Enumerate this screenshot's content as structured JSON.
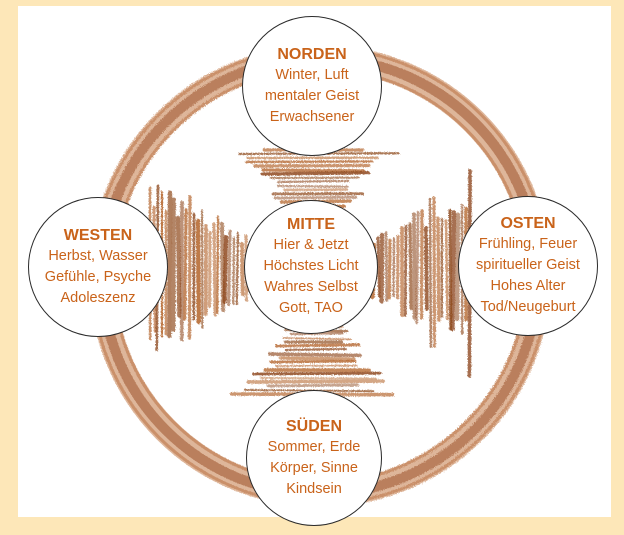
{
  "colors": {
    "background": "#fde7b8",
    "panel": "#ffffff",
    "accent_text": "#c9631a",
    "ink": "#a45a2a",
    "ring": "#b06a3a"
  },
  "nodes": {
    "north": {
      "title": "NORDEN",
      "lines": [
        "Winter, Luft",
        "mentaler Geist",
        "Erwachsener"
      ]
    },
    "west": {
      "title": "WESTEN",
      "lines": [
        "Herbst, Wasser",
        "Gefühle, Psyche",
        "Adoleszenz"
      ]
    },
    "center": {
      "title": "MITTE",
      "lines": [
        "Hier & Jetzt",
        "Höchstes Licht",
        "Wahres Selbst",
        "Gott, TAO"
      ]
    },
    "east": {
      "title": "OSTEN",
      "lines": [
        "Frühling, Feuer",
        "spiritueller Geist",
        "Hohes Alter",
        "Tod/Neugeburt"
      ]
    },
    "south": {
      "title": "SÜDEN",
      "lines": [
        "Sommer, Erde",
        "Körper, Sinne",
        "Kindsein"
      ]
    }
  }
}
